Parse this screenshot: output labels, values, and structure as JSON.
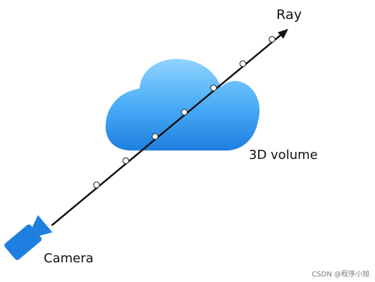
{
  "labels": {
    "ray": "Ray",
    "volume": "3D volume",
    "camera": "Camera"
  },
  "watermark": "CSDN @程序小旭",
  "colors": {
    "cloud_light": "#8fd3ff",
    "cloud_mid": "#45a9f5",
    "cloud_dark": "#1f7fe0",
    "camera": "#1f7fe0",
    "ray": "#111111",
    "sample_fill": "#ffffff",
    "sample_stroke": "#333333"
  },
  "icons": {
    "cloud": "cloud-icon",
    "camera": "camera-icon",
    "arrow": "arrowhead-icon"
  },
  "samples": {
    "count": 7
  }
}
